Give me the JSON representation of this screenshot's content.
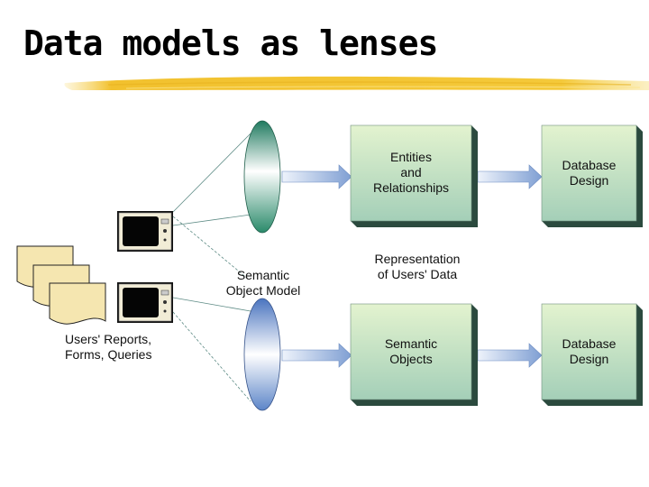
{
  "title": "Data models as lenses",
  "diagram": {
    "sources_label": "Users' Reports,\nForms, Queries",
    "lens_label": "Semantic\nObject Model",
    "representation_label": "Representation\nof Users' Data",
    "top_row": {
      "model_box": "Entities\nand\nRelationships",
      "design_box": "Database\nDesign"
    },
    "bottom_row": {
      "model_box": "Semantic\nObjects",
      "design_box": "Database\nDesign"
    }
  },
  "colors": {
    "box_fill_top": "#dcefc8",
    "box_fill_bottom": "#a9d3bc",
    "lens_top": "#2e8b6e",
    "lens_bottom": "#5b82c4",
    "document_fill": "#f5e6b0",
    "underline_brush": "#f2c12e"
  }
}
